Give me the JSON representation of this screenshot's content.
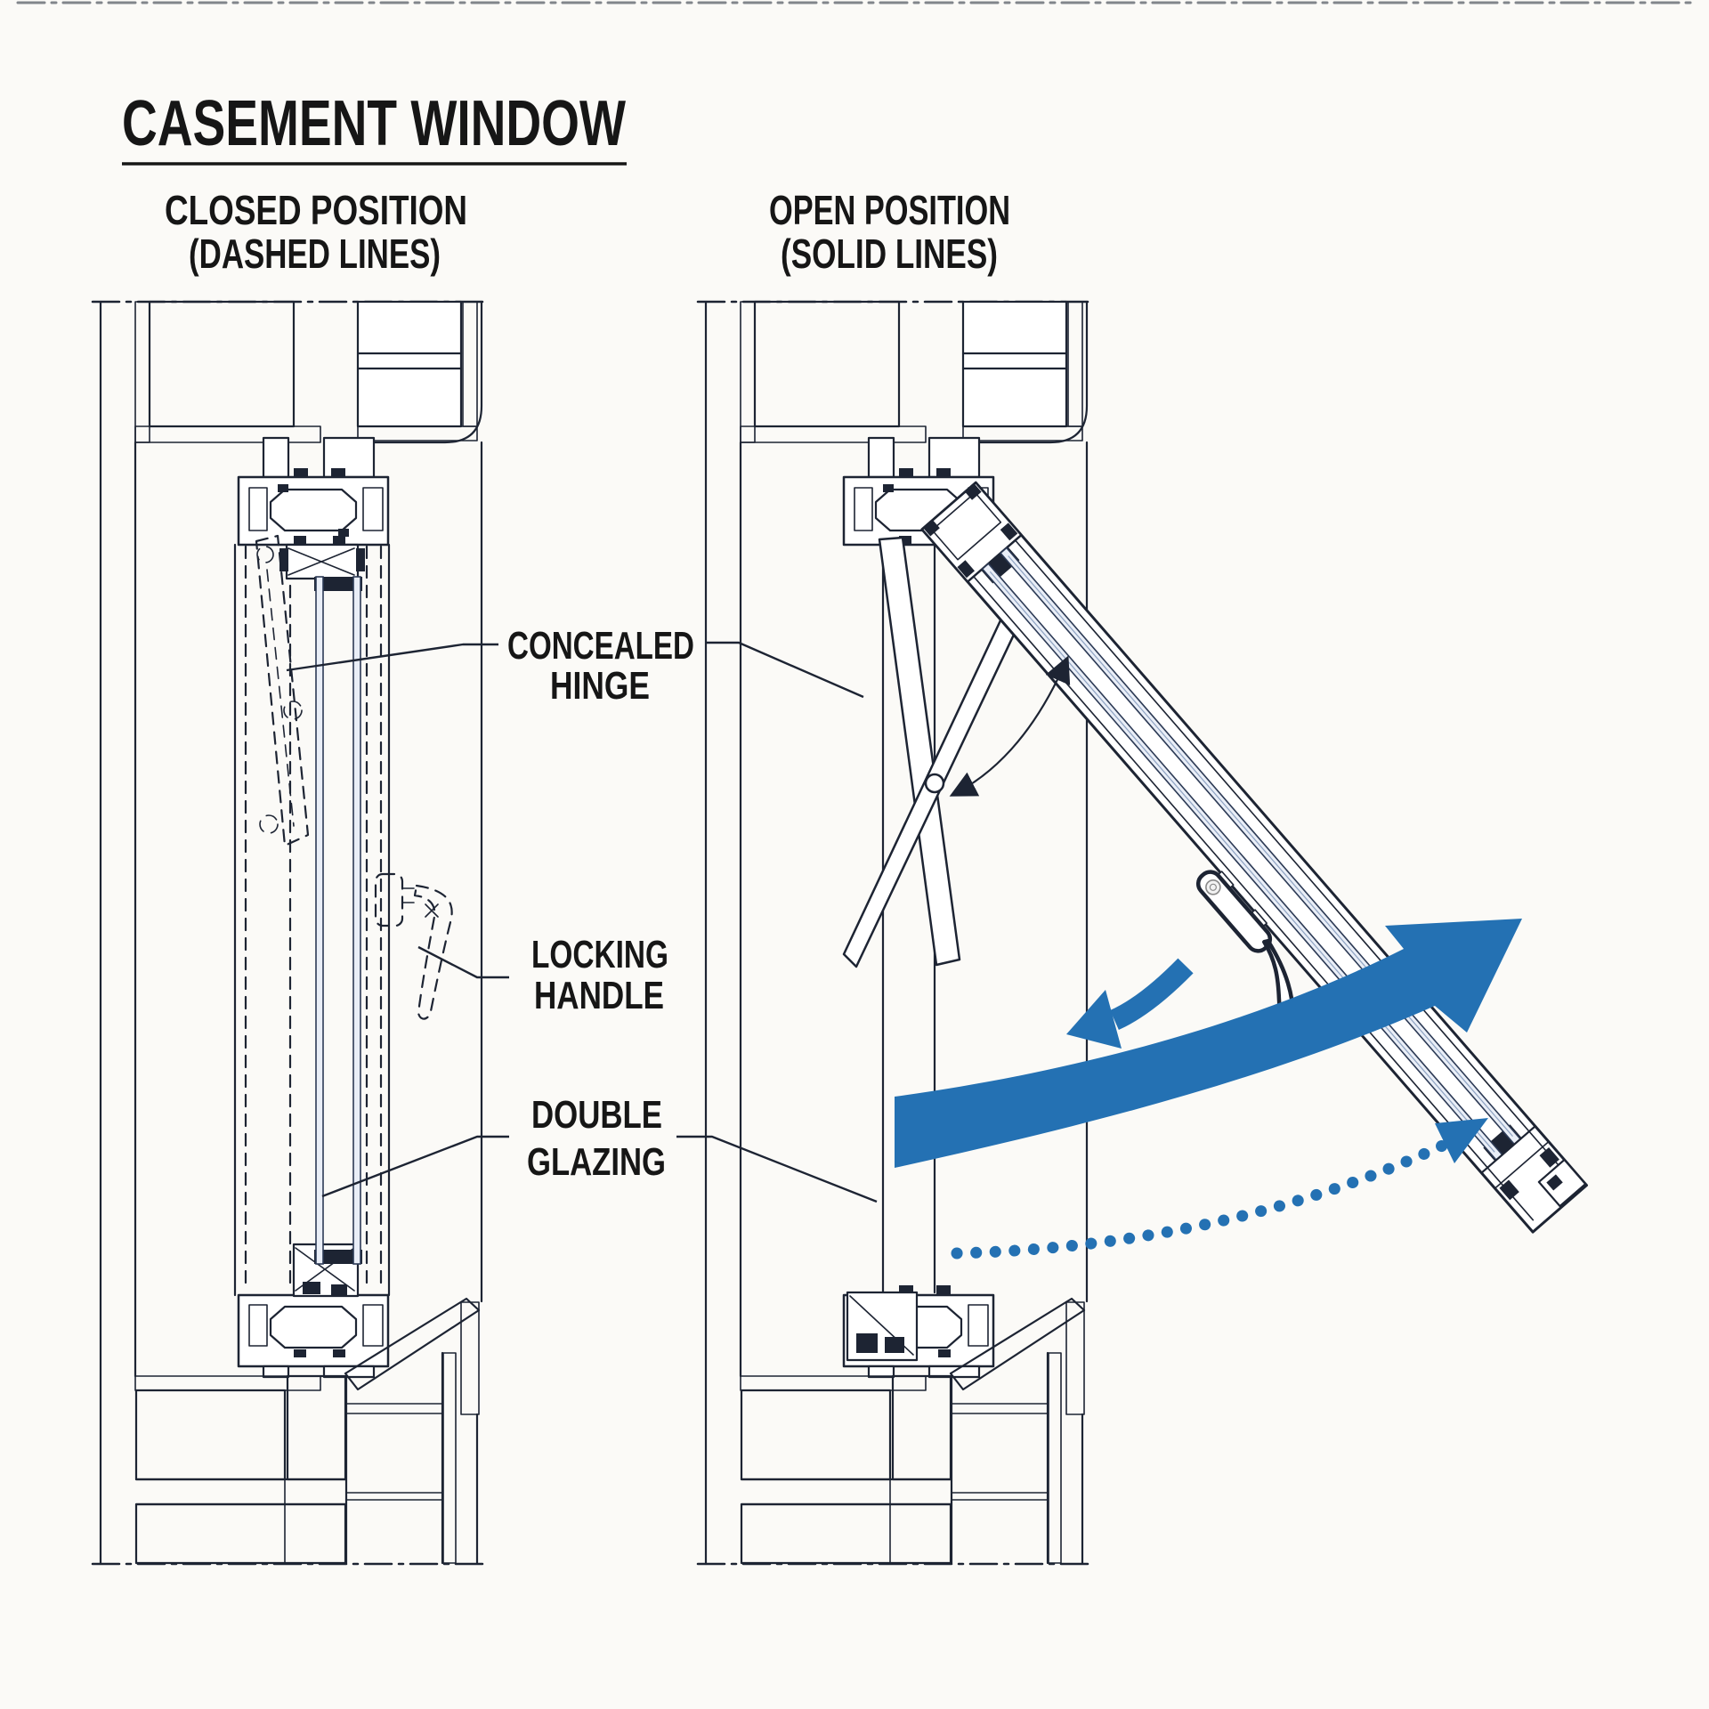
{
  "title": {
    "text": "CASEMENT WINDOW"
  },
  "legend": {
    "closed": {
      "line1": "CLOSED POSITION",
      "line2": "(DASHED LINES)"
    },
    "open": {
      "line1": "OPEN POSITION",
      "line2": "(SOLID LINES)"
    }
  },
  "annotations": {
    "concealed_hinge": {
      "line1": "CONCEALED",
      "line2": "HINGE"
    },
    "locking_handle": {
      "line1": "LOCKING",
      "line2": "HANDLE"
    },
    "double_glazing": {
      "line1": "DOUBLE",
      "line2": "GLAZING"
    }
  },
  "colors": {
    "accent_blue": "#2471b3",
    "line_ink": "#1d2433",
    "background": "#fbfaf7"
  }
}
